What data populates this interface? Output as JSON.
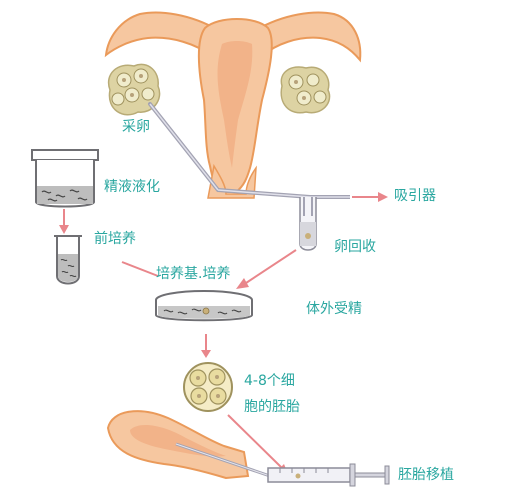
{
  "labels": {
    "egg_retrieval": "采卵",
    "sperm_liquefaction": "精液液化",
    "pre_culture": "前培养",
    "aspirator": "吸引器",
    "egg_recovery": "卵回收",
    "culture_medium": "培养基.培养",
    "ivf": "体外受精",
    "embryo_line1": "4-8个细",
    "embryo_line2": "胞的胚胎",
    "embryo_transfer": "胚胎移植"
  },
  "colors": {
    "uterus_fill": "#f6c7a0",
    "uterus_stroke": "#ea9a5a",
    "ovary": "#ddd3a3",
    "egg": "#f0eccc",
    "arrow": "#e9868b",
    "label": "#2aa7a0",
    "needle": "#a3a3b3",
    "liquid": "#6f6f73"
  }
}
